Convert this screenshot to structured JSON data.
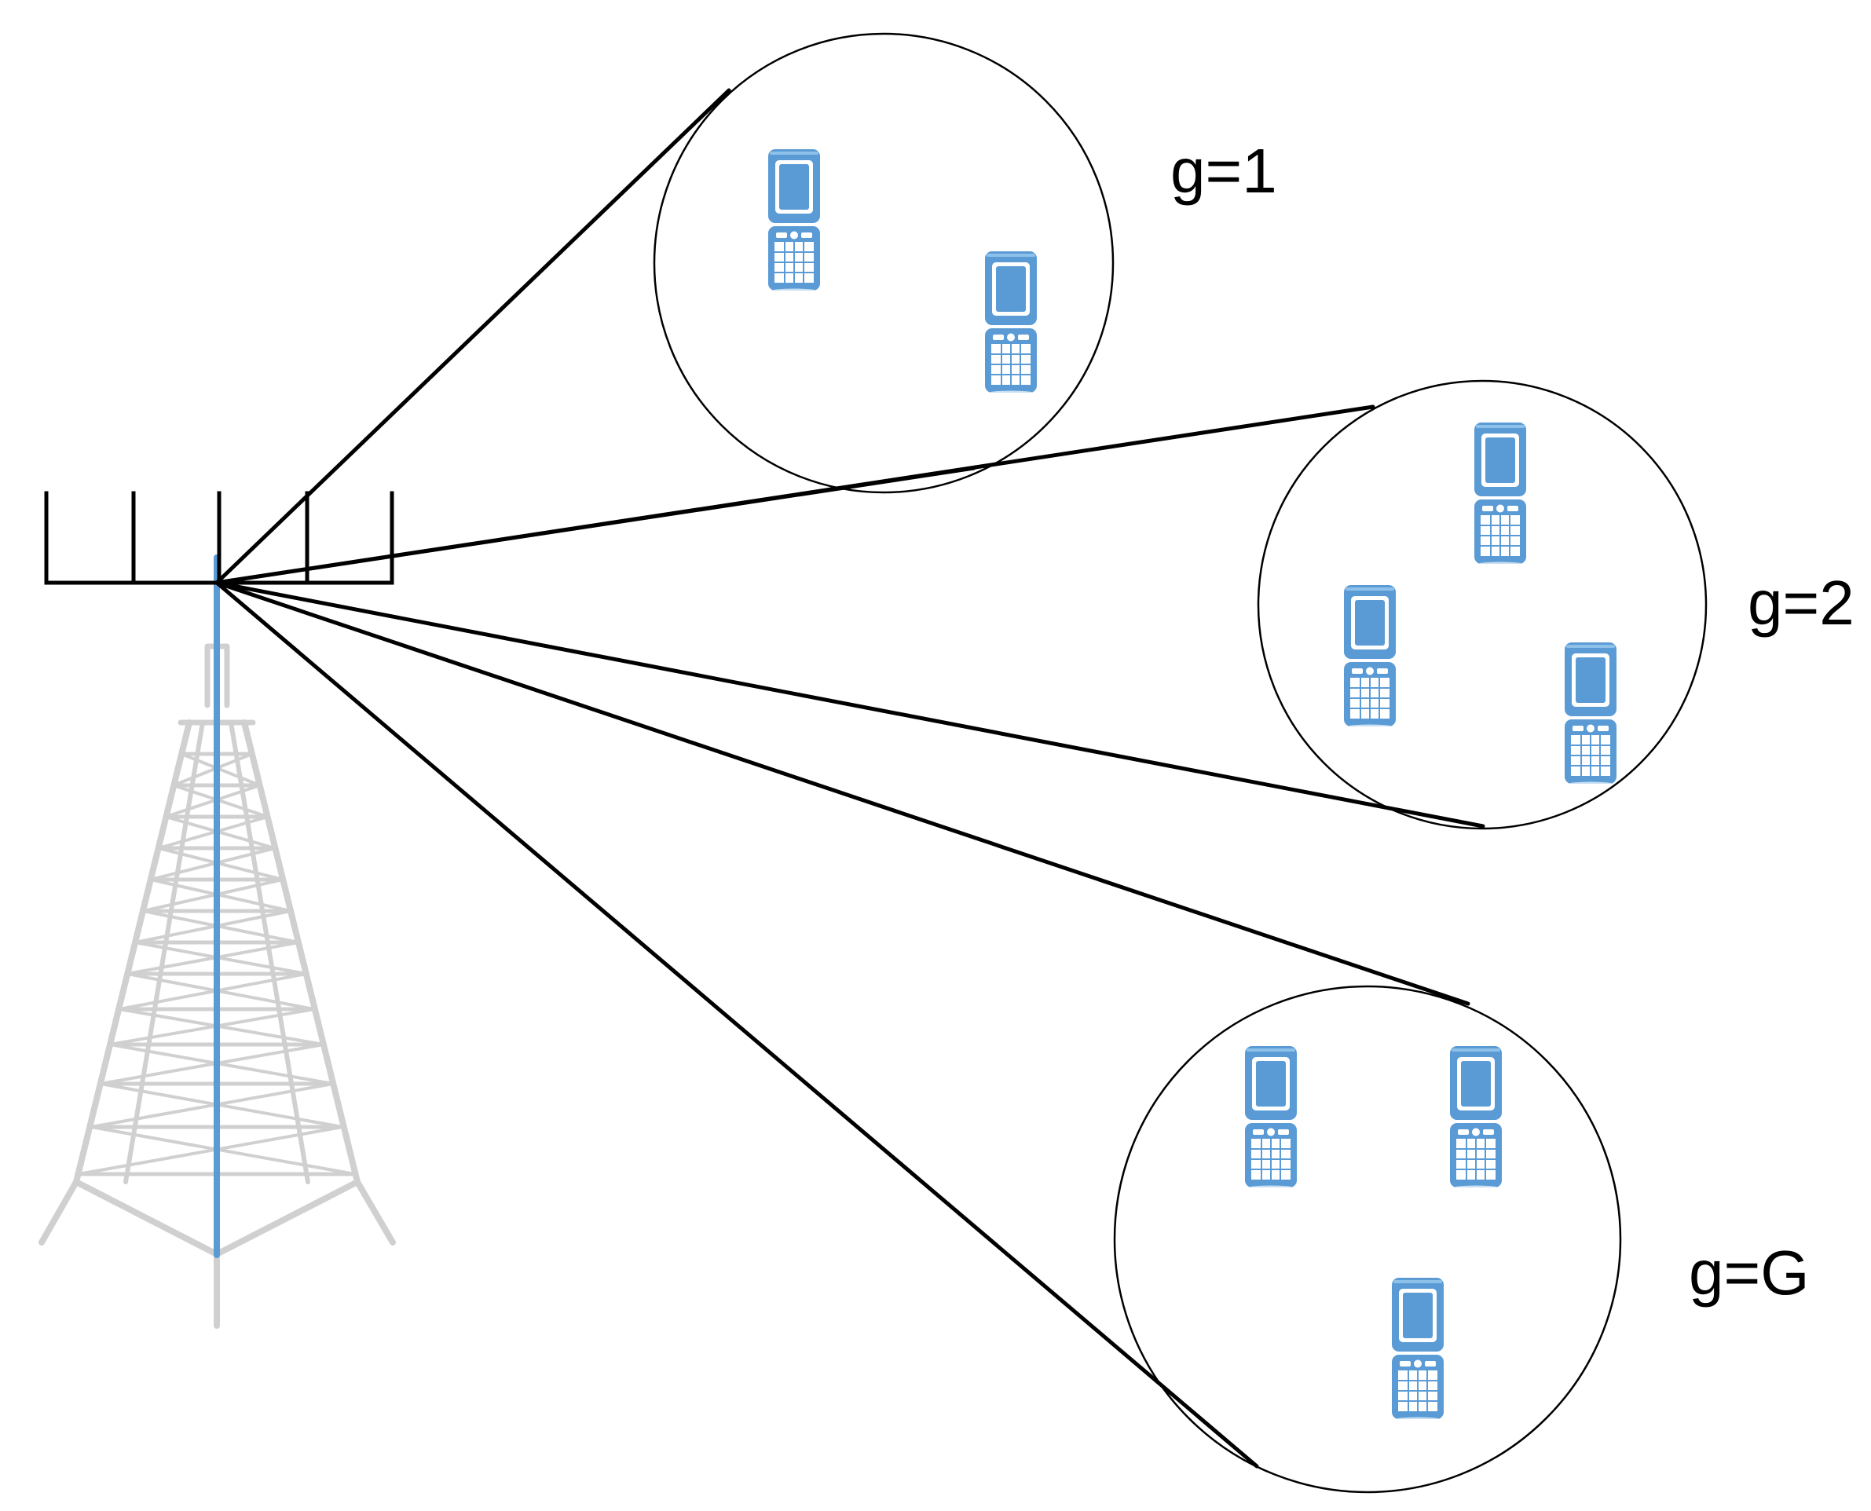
{
  "colors": {
    "beam_line": "#000000",
    "group_circle": "#000000",
    "tower_lattice": "#d0d0d0",
    "tower_mast": "#5b9bd5",
    "antenna": "#000000",
    "phone_body": "#5b9bd5",
    "phone_screen": "#ffffff",
    "label_text": "#000000"
  },
  "icons": {
    "base_station": "cell-tower-icon",
    "antenna_array": "antenna-array-icon",
    "user_device": "mobile-phone-icon"
  },
  "groups": [
    {
      "label": "g=1",
      "users": 2
    },
    {
      "label": "g=2",
      "users": 3
    },
    {
      "label": "g=G",
      "users": 3
    }
  ]
}
